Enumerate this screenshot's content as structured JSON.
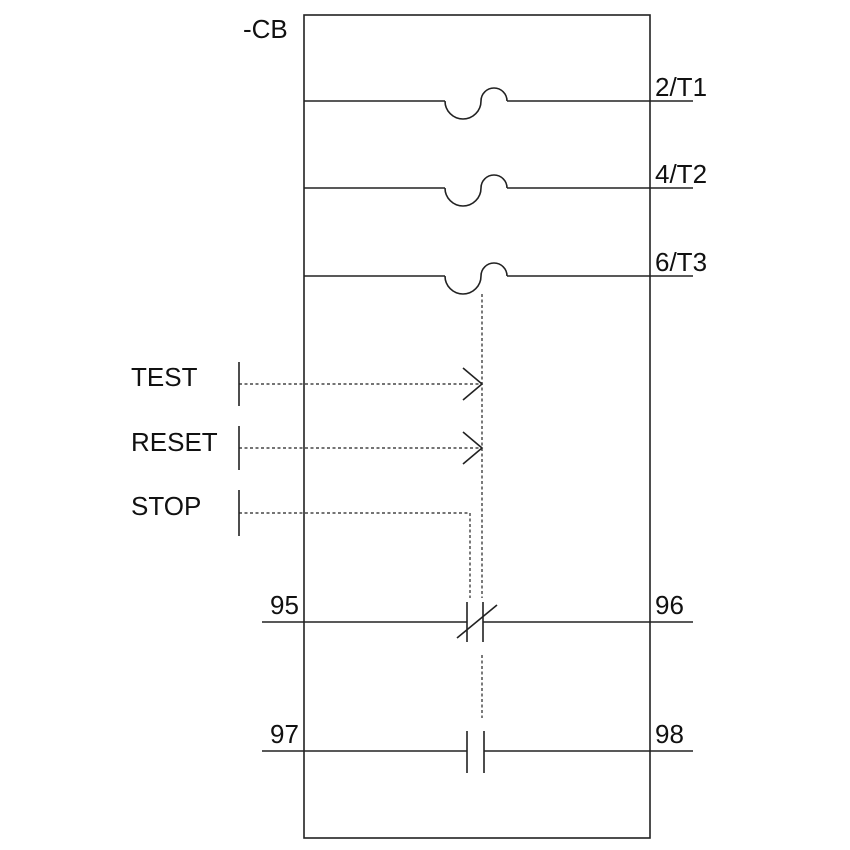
{
  "device_label": "-CB",
  "terminals": {
    "t1": "2/T1",
    "t2": "4/T2",
    "t3": "6/T3",
    "nc_in": "95",
    "nc_out": "96",
    "no_in": "97",
    "no_out": "98"
  },
  "controls": {
    "test": "TEST",
    "reset": "RESET",
    "stop": "STOP"
  }
}
